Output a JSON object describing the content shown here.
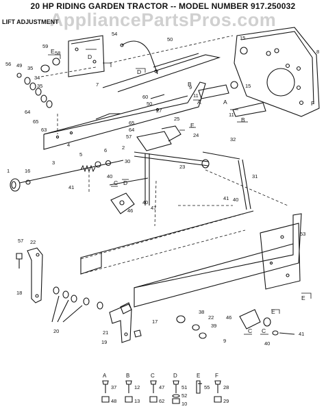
{
  "title": "20 HP RIDING GARDEN TRACTOR -- MODEL NUMBER 917.250032",
  "subtitle": "LIFT ADJUSTMENT",
  "watermark": "AppliancePartsPros.com",
  "callouts": {
    "c8": "8",
    "c15a": "15",
    "c15b": "15",
    "c11a": "11",
    "c11b": "11",
    "c9": "9",
    "c54": "54",
    "c50a": "50",
    "c7": "7",
    "c60": "60",
    "c50b": "50",
    "c27": "27",
    "c25": "25",
    "c65": "65",
    "c64": "64",
    "c57a": "57",
    "c24": "24",
    "c32": "32",
    "c59": "59",
    "c58": "58",
    "c56": "56",
    "c49": "49",
    "c35a": "35",
    "c34": "34",
    "c35b": "35",
    "c64b": "64",
    "c65b": "65",
    "c63": "63",
    "c2": "2",
    "c6": "6",
    "c5": "5",
    "c4": "4",
    "c3": "3",
    "c30": "30",
    "c23": "23",
    "c1": "1",
    "c16": "16",
    "c41a": "41",
    "c40a": "40",
    "c31": "31",
    "c41b": "41",
    "c40b": "40",
    "c46a": "46",
    "c40c": "40",
    "c47": "47",
    "c53": "53",
    "c57b": "57",
    "c22a": "22",
    "c18": "18",
    "c20": "20",
    "c21": "21",
    "c19": "19",
    "c17": "17",
    "c38": "38",
    "c22b": "22",
    "c39": "39",
    "c9b": "9",
    "c46b": "46",
    "c41c": "41",
    "c40d": "40"
  },
  "letters": {
    "A1": "A",
    "A2": "A",
    "B1": "B",
    "B2": "B",
    "C1": "C",
    "C2": "C",
    "C3": "C",
    "D1": "D",
    "D2": "D",
    "D3": "D",
    "E1": "E",
    "E2": "E",
    "E3": "E",
    "E4": "E",
    "F1": "F"
  },
  "hardware_legend": [
    {
      "letter": "A",
      "top": "37",
      "bottom": "48"
    },
    {
      "letter": "B",
      "top": "12",
      "bottom": "13"
    },
    {
      "letter": "C",
      "top": "47",
      "bottom": "62"
    },
    {
      "letter": "D",
      "top": "51",
      "mid": "52",
      "bottom": "10"
    },
    {
      "letter": "E",
      "top": "55",
      "bottom": ""
    },
    {
      "letter": "F",
      "top": "28",
      "bottom": "29"
    }
  ]
}
